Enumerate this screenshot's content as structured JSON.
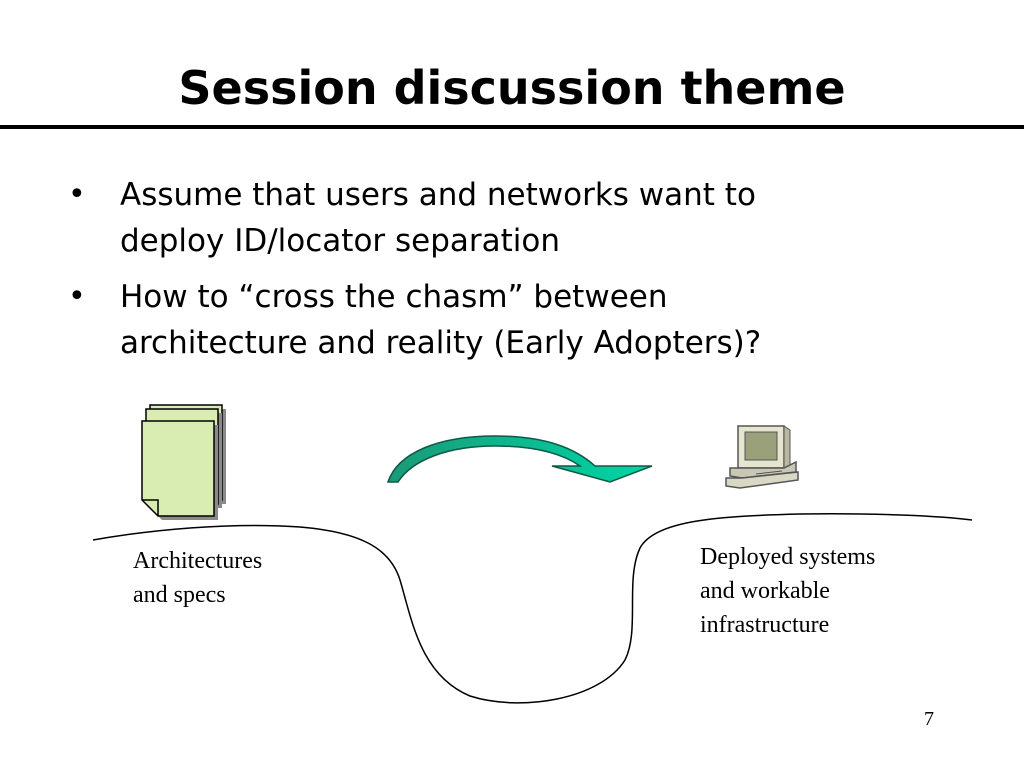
{
  "slide": {
    "title": "Session discussion theme",
    "bullets": [
      {
        "line1": "Assume that users and networks want to",
        "line2": "deploy ID/locator separation"
      },
      {
        "line1": "How to “cross the chasm” between",
        "line2": "architecture and reality (Early Adopters)?"
      }
    ],
    "bullet_glyph": "•",
    "left_caption": {
      "line1": "Architectures",
      "line2": "and specs"
    },
    "right_caption": {
      "line1": "Deployed systems",
      "line2": "and workable",
      "line3": "infrastructure"
    },
    "page_number": "7"
  },
  "icons": {
    "left": "documents-stack-icon",
    "middle": "curved-arrow-icon",
    "right": "desktop-computer-icon"
  },
  "colors": {
    "document_fill": "#d9edb2",
    "arrow_fill_start": "#1a9a78",
    "arrow_fill_end": "#00d7a6"
  }
}
